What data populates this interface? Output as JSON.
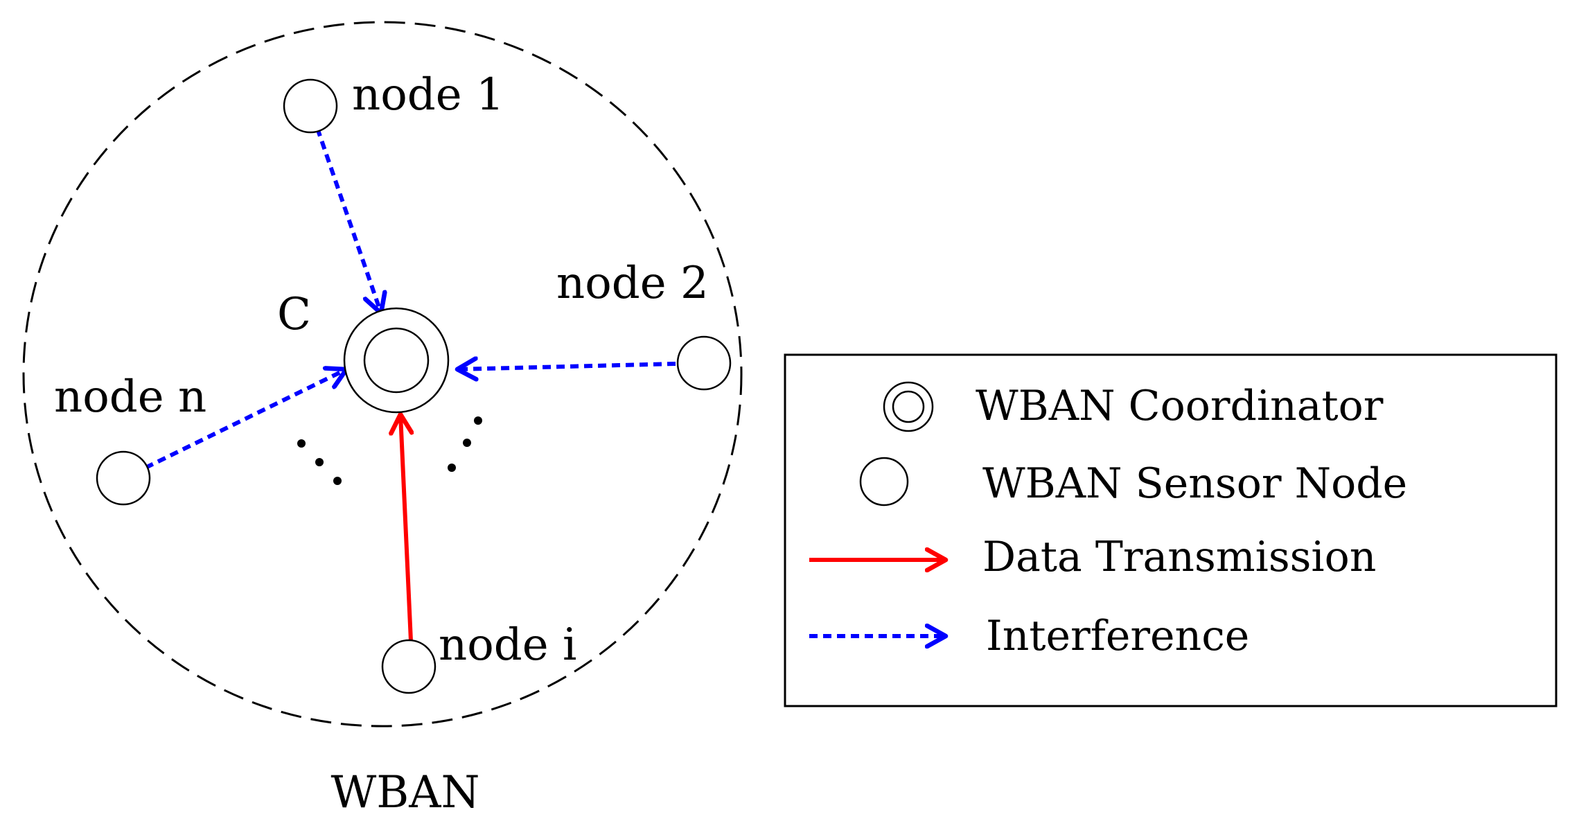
{
  "diagram": {
    "network_label": "WBAN",
    "coordinator_label": "C",
    "nodes": {
      "node1": "node 1",
      "node2": "node 2",
      "noden": "node n",
      "nodei": "node i"
    },
    "legend": {
      "coordinator": "WBAN Coordinator",
      "sensor_node": "WBAN Sensor Node",
      "data_transmission": "Data Transmission",
      "interference": "Interference"
    },
    "colors": {
      "data_transmission": "#ff0000",
      "interference": "#0000ff",
      "outline": "#000000"
    }
  }
}
